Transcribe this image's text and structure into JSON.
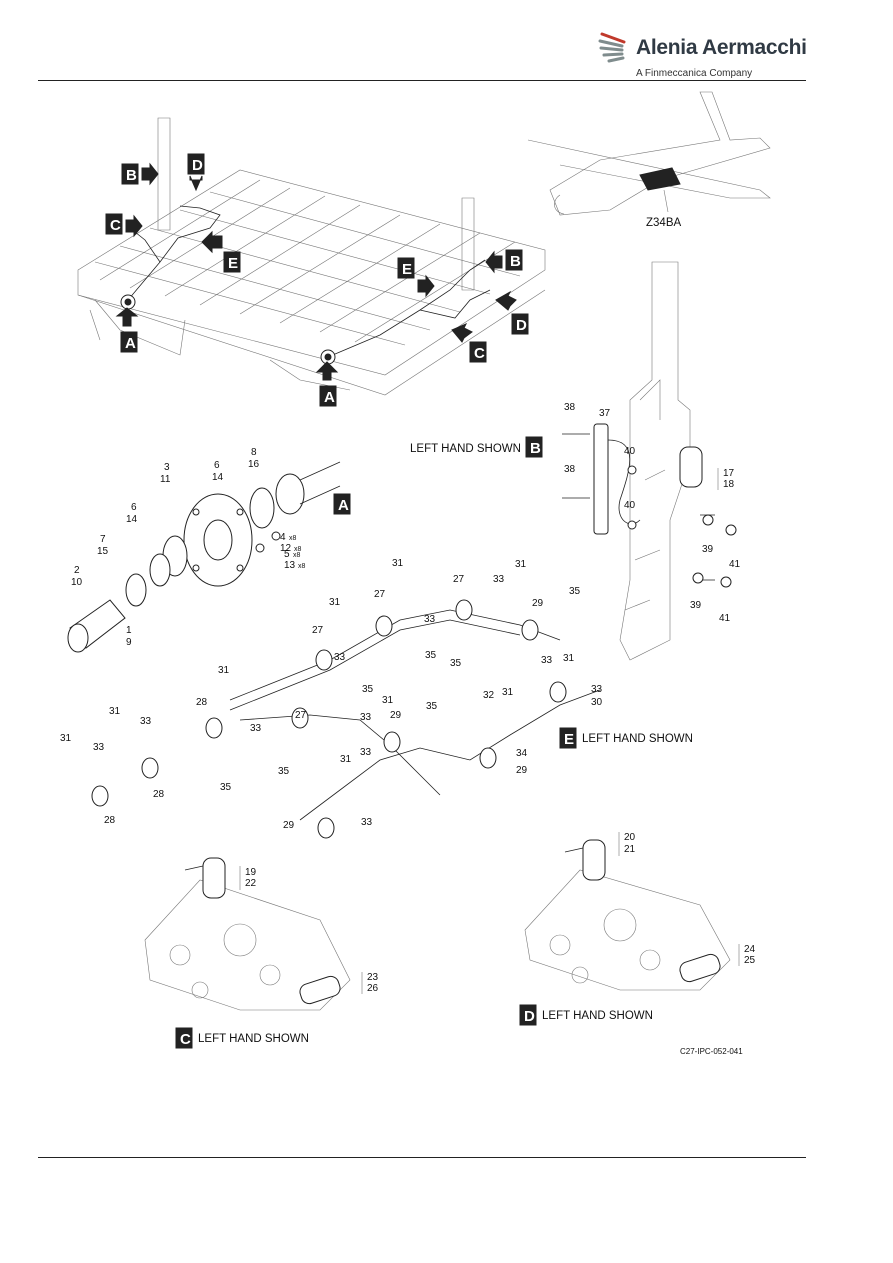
{
  "brand": {
    "name": "Alenia Aermacchi",
    "tagline": "A Finmeccanica Company"
  },
  "zone_label": "Z34BA",
  "view_letters": {
    "a": "A",
    "b": "B",
    "c": "C",
    "d": "D",
    "e": "E"
  },
  "views": {
    "b": "LEFT HAND SHOWN",
    "c": "LEFT HAND SHOWN",
    "d": "LEFT HAND SHOWN",
    "e": "LEFT HAND SHOWN"
  },
  "item_numbers": {
    "n1": "1",
    "n2": "2",
    "n3": "3",
    "n4": "4",
    "n5": "5",
    "n6": "6",
    "n7": "7",
    "n8": "8",
    "n9": "9",
    "n10": "10",
    "n11": "11",
    "n12": "12",
    "n13": "13",
    "n14": "14",
    "n15": "15",
    "n16": "16",
    "n17": "17",
    "n18": "18",
    "n19": "19",
    "n20": "20",
    "n21": "21",
    "n22": "22",
    "n23": "23",
    "n24": "24",
    "n25": "25",
    "n26": "26",
    "n27": "27",
    "n28": "28",
    "n29": "29",
    "n30": "30",
    "n31": "31",
    "n32": "32",
    "n33": "33",
    "n34": "34",
    "n35": "35",
    "n37": "37",
    "n38": "38",
    "n39": "39",
    "n40": "40",
    "n41": "41",
    "qty8": "x8"
  },
  "figure_ref": "C27-IPC-052-041"
}
